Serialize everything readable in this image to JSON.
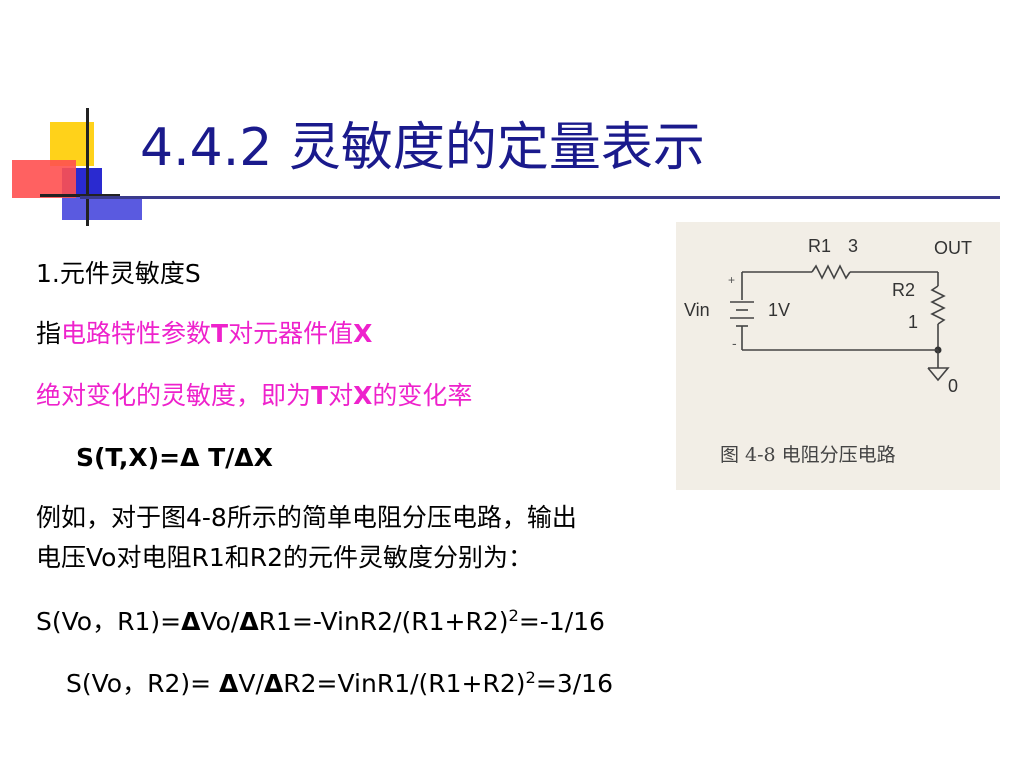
{
  "title": "4.4.2 灵敏度的定量表示",
  "lines": {
    "l1": "1.元件灵敏度S",
    "l2a": "指",
    "l2b": "电路特性参数",
    "l2c": "T",
    "l2d": "对元器件值",
    "l2e": "X",
    "l3a": "绝对变化的灵敏度，即为",
    "l3b": "T",
    "l3c": "对",
    "l3d": "X",
    "l3e": "的变化率",
    "l4": "S(T,X)=Δ T/ΔX",
    "l5": "例如，对于图4-8所示的简单电阻分压电路，输出",
    "l6": "电压Vo对电阻R1和R2的元件灵敏度分别为：",
    "l7a": "S(Vo，R1)=",
    "l7b": "Δ",
    "l7c": "Vo/",
    "l7d": "Δ",
    "l7e": "R1=-VinR2/(R1+R2)",
    "l7f": "2",
    "l7g": "=-1/16",
    "l8a": "S(Vo，R2)= ",
    "l8b": "Δ",
    "l8c": "V/",
    "l8d": "Δ",
    "l8e": "R2=VinR1/(R1+R2)",
    "l8f": "2",
    "l8g": "=3/16"
  },
  "figure": {
    "caption": "图 4-8   电阻分压电路",
    "r1_label": "R1",
    "r1_value": "3",
    "r2_label": "R2",
    "r2_value": "1",
    "out_label": "OUT",
    "vin_label": "Vin",
    "source_value": "1V",
    "plus": "+",
    "minus": "-",
    "ground_label": "0"
  },
  "colors": {
    "title": "#1a1a8c",
    "highlight": "#ee22cc",
    "logo_yellow": "#ffd21a",
    "logo_blue": "#2a2ad0",
    "logo_red": "#ff5050"
  }
}
